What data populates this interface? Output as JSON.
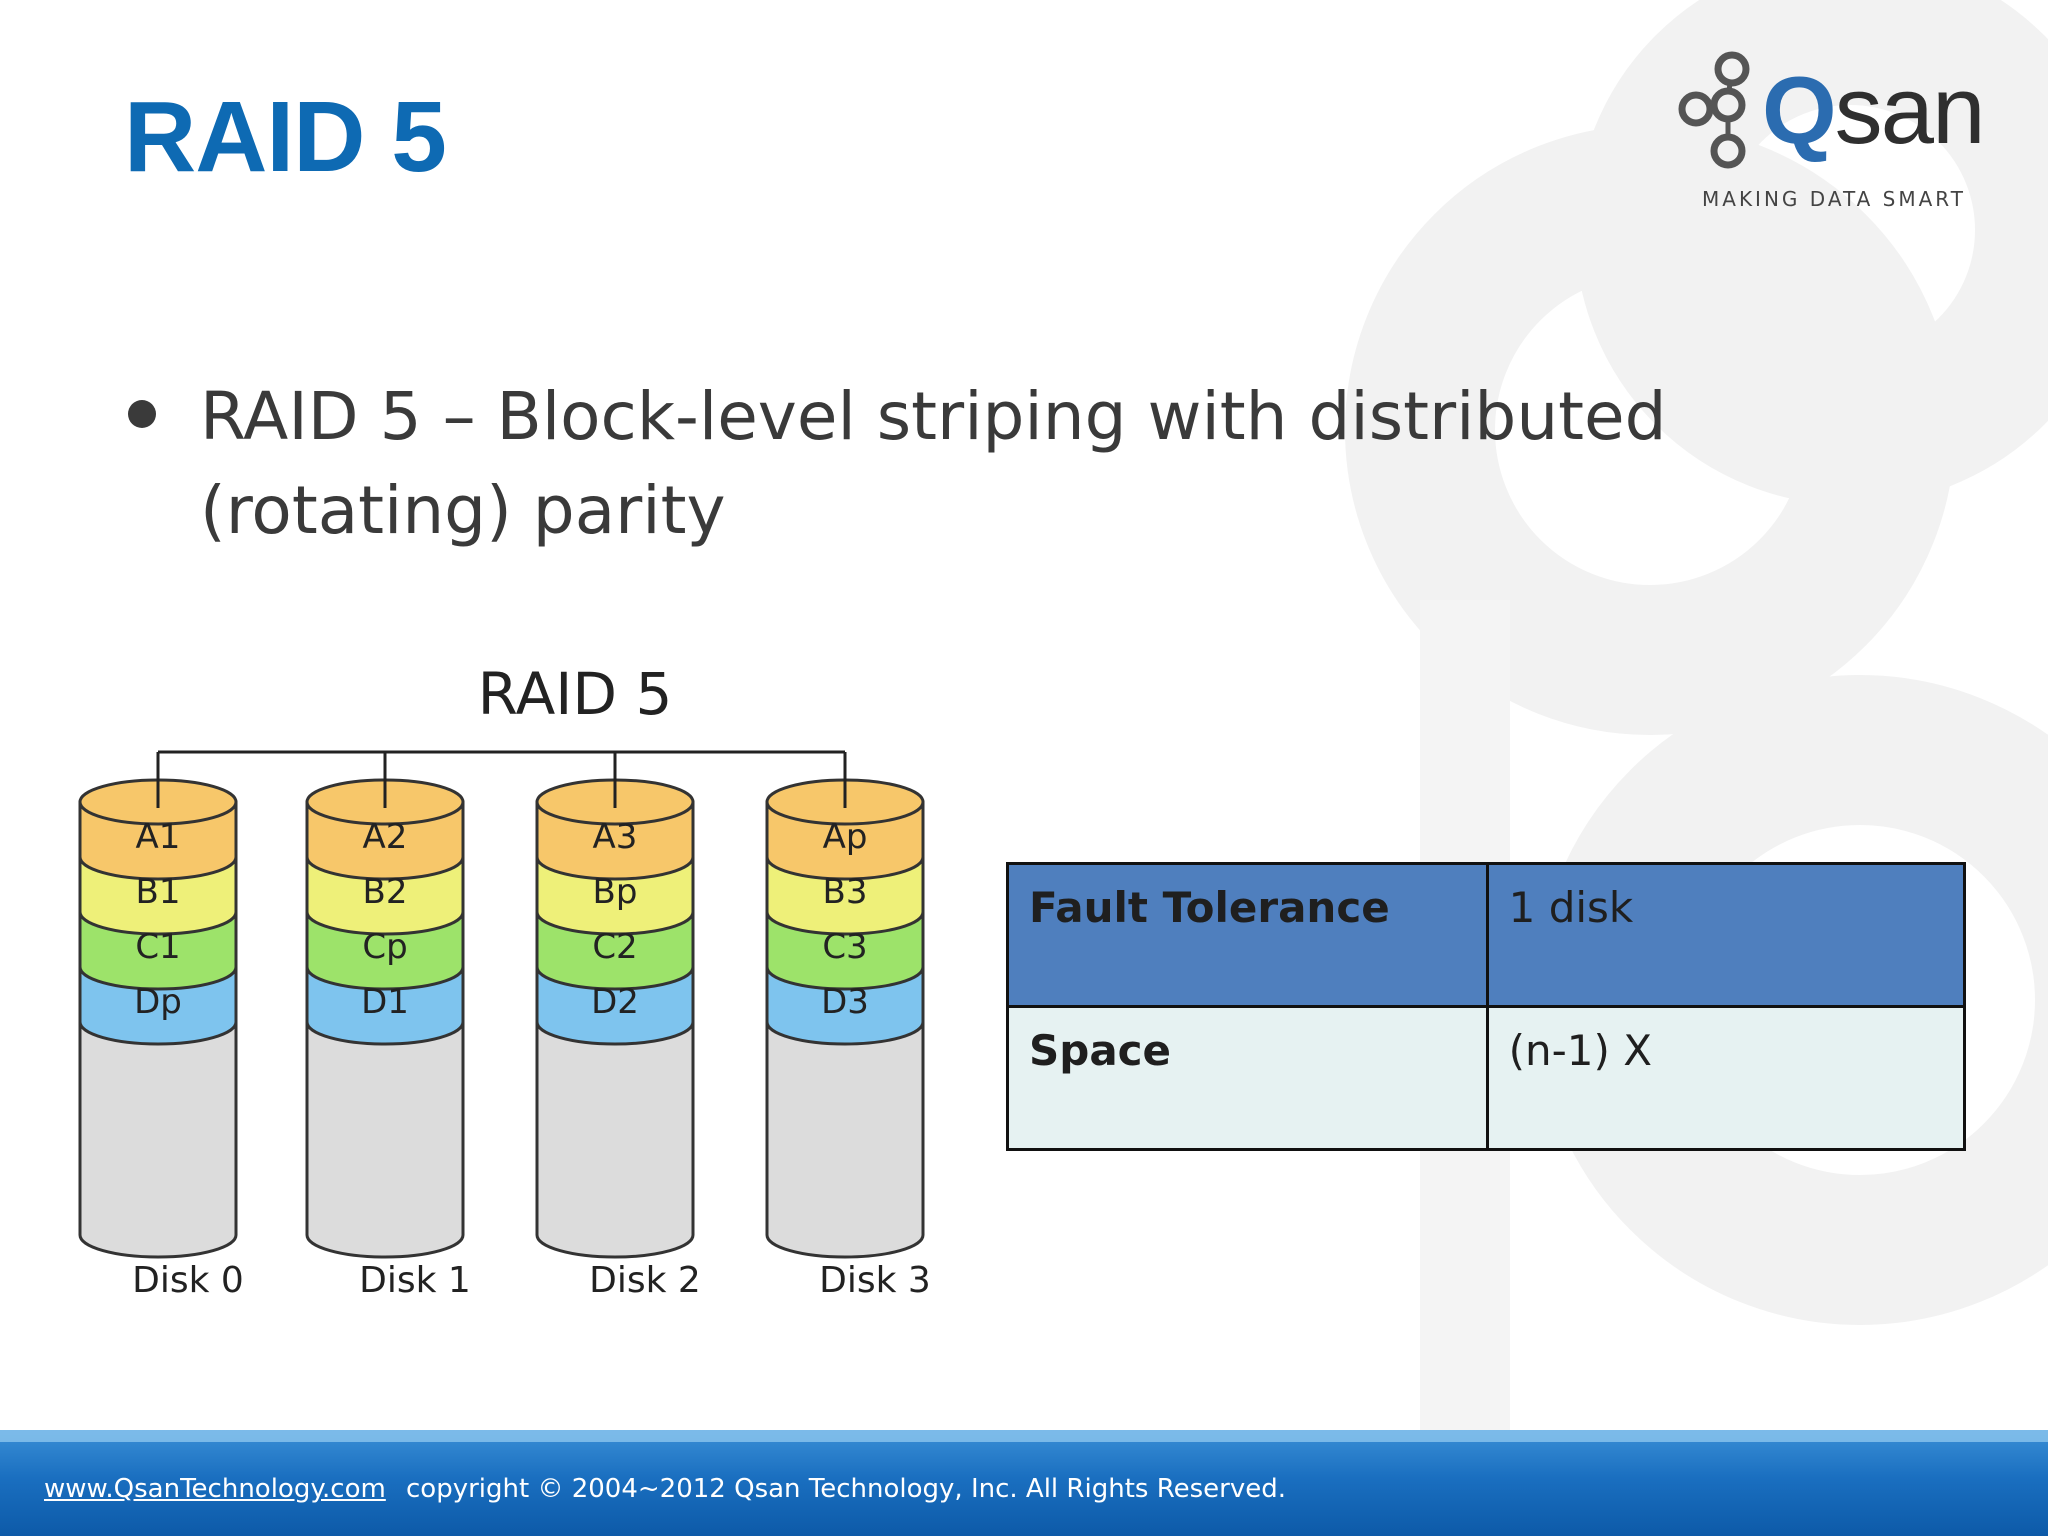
{
  "slide": {
    "title": "RAID 5",
    "bullet": "RAID 5 – Block-level striping with distributed (rotating) parity"
  },
  "logo": {
    "q": "Q",
    "word": "san",
    "tagline": "MAKING DATA SMART"
  },
  "diagram": {
    "title": "RAID 5",
    "disks": [
      {
        "label": "Disk 0",
        "blocks": [
          "A1",
          "B1",
          "C1",
          "Dp"
        ]
      },
      {
        "label": "Disk 1",
        "blocks": [
          "A2",
          "B2",
          "Cp",
          "D1"
        ]
      },
      {
        "label": "Disk 2",
        "blocks": [
          "A3",
          "Bp",
          "C2",
          "D2"
        ]
      },
      {
        "label": "Disk 3",
        "blocks": [
          "Ap",
          "B3",
          "C3",
          "D3"
        ]
      }
    ],
    "colors": {
      "row_a": "#f7c76a",
      "row_b": "#eef079",
      "row_c": "#9de36a",
      "row_d": "#7ec4ee",
      "empty": "#dcdcdc"
    }
  },
  "table": {
    "rows": [
      {
        "label": "Fault Tolerance",
        "value": "1 disk"
      },
      {
        "label": "Space",
        "value": "(n-1) X"
      }
    ]
  },
  "footer": {
    "link": "www.QsanTechnology.com",
    "copyright": "copyright © 2004~2012  Qsan Technology, Inc.  All Rights Reserved."
  }
}
